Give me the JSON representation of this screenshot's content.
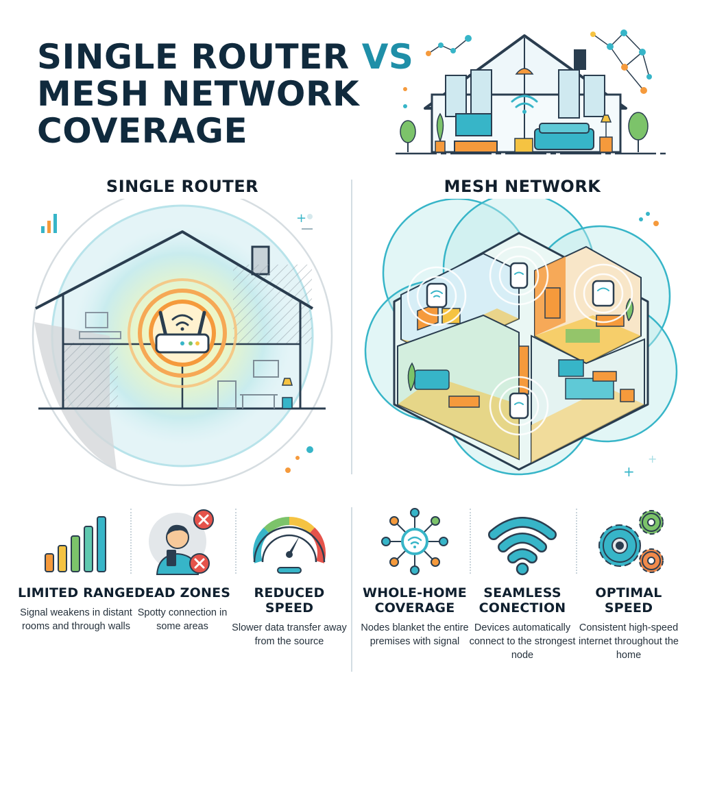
{
  "header": {
    "title_line1_part1": "SINGLE ROUTER ",
    "title_line1_vs": "VS",
    "title_line2": "MESH NETWORK",
    "title_line3": "COVERAGE"
  },
  "panels": {
    "single": {
      "title": "SINGLE ROUTER"
    },
    "mesh": {
      "title": "MESH NETWORK"
    }
  },
  "features": [
    {
      "title": "LIMITED RANGE",
      "desc": "Signal weakens in distant rooms and through walls",
      "icon": "signal-bars-icon"
    },
    {
      "title": "DEAD ZONES",
      "desc": "Spotty connection in some areas",
      "icon": "user-no-signal-icon"
    },
    {
      "title": "REDUCED SPEED",
      "desc": "Slower data transfer away from the source",
      "icon": "speedometer-icon"
    },
    {
      "title": "WHOLE-HOME COVERAGE",
      "desc": "Nodes blanket the entire premises with signal",
      "icon": "network-hub-icon"
    },
    {
      "title": "SEAMLESS CONECTION",
      "desc": "Devices automatically connect to the strongest node",
      "icon": "wifi-icon"
    },
    {
      "title": "OPTIMAL SPEED",
      "desc": "Consistent high-speed internet throughout the home",
      "icon": "gears-icon"
    }
  ],
  "colors": {
    "navy": "#102a3d",
    "teal": "#1f8fa8",
    "orange": "#f59a3c",
    "green": "#7cc36a",
    "red": "#e5534b",
    "yellow": "#f5c342"
  }
}
